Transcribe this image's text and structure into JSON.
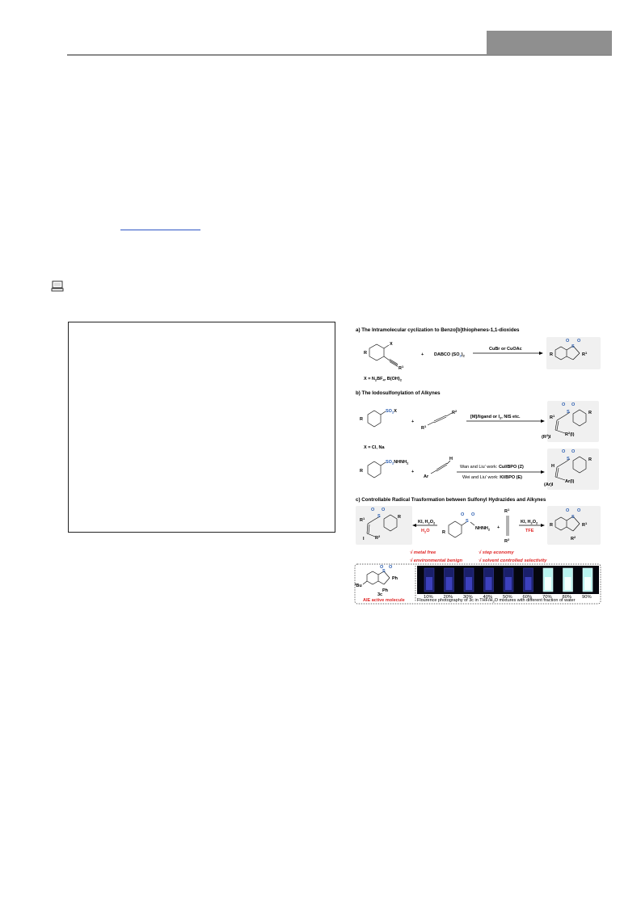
{
  "toc": {
    "section_a": "a) The Intramolecular cyclization to Benzo[b]thiophenes-1,1-dioxides",
    "section_b": "b) The Iodosulfonylation of Alkynes",
    "section_c": "c) Controllable Radical Trasformation between Sulfonyl Hydrazides and Alkynes",
    "a_reagent": "DABCO (SO",
    "a_reagent_tail": ")",
    "a_catalyst": "CuBr or CuOAc",
    "a_x_def": "X = N",
    "a_x_def_tail": "BF",
    "a_x_def_end": ", B(OH)",
    "plus": "+",
    "X": "X",
    "R": "R",
    "R1": "R",
    "sup1": "1",
    "sup2": "2",
    "b_conditions": "[M]/ligand or I",
    "b_conditions_tail": ", NIS etc.",
    "b_x_def": "X = Cl, Na",
    "so2x": "SO",
    "so2x_tail": "X",
    "so2nhnh2": "SO",
    "so2nhnh2_tail": "NHNH",
    "Ar": "Ar",
    "H": "H",
    "b_wan": "Wan and Liu' work:",
    "b_wan_cond": "CuI/BPO (Z)",
    "b_wei": "Wei and Liu' work:",
    "b_wei_cond": "KI/BPO (E)",
    "r2i_left": "(R",
    "r2i_right": "R",
    "ar_i": "(Ar)I",
    "ar_i2": "Ar(I)",
    "c_left_cond": "KI, H",
    "c_left_solvent": "H",
    "c_right_cond": "KI, H",
    "c_right_solvent": "TFE",
    "nhnh2": "NHNH",
    "I": "I",
    "bullets": [
      "√  metal free",
      "√  environmental benign",
      "√  step economy",
      "√  solvent controlled selectivity"
    ],
    "molecule_tbu": "Bu",
    "molecule_t": "t",
    "molecule_ph1": "Ph",
    "molecule_ph2": "Ph",
    "molecule_label": "3c",
    "aie": "AIE active molecule",
    "vial_percents": [
      "10%",
      "20%",
      "30%",
      "40%",
      "50%",
      "60%",
      "70%",
      "80%",
      "90%"
    ],
    "photo_caption": "Flourence photography of 3c in THF/H",
    "photo_caption_tail": "O mixtures with different fraction of water",
    "S": "S",
    "O": "O"
  },
  "colors": {
    "accent_blue": "#2a5db0",
    "accent_red": "#e02424",
    "header_gray": "#8f8f8f",
    "link_blue": "#2d55c4"
  },
  "icons": {
    "computer": "computer-icon"
  }
}
